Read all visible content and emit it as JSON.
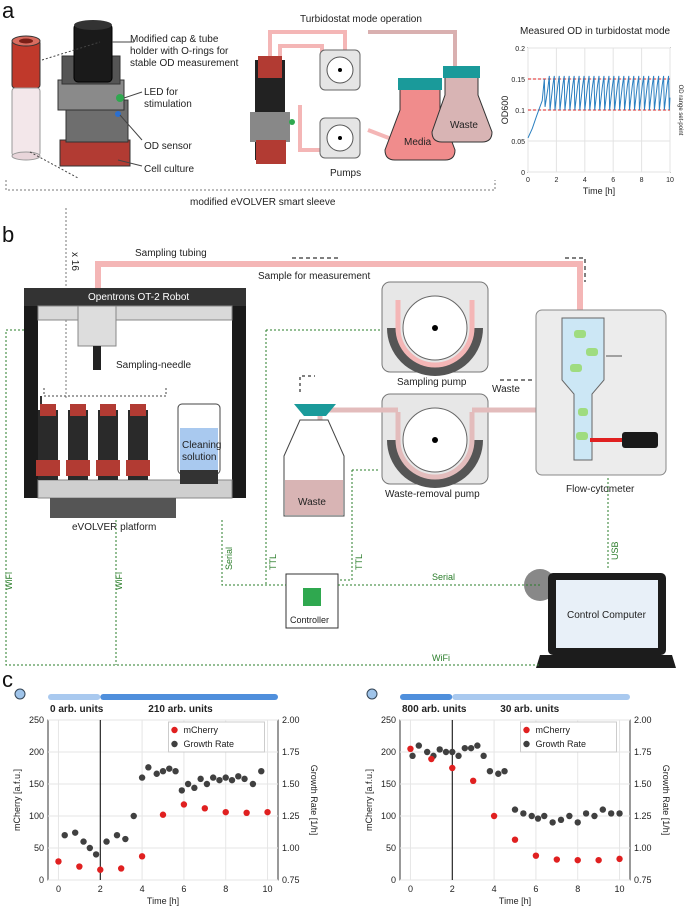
{
  "panel_a": {
    "letter": "a",
    "callouts": [
      "Modified cap & tube",
      "holder with O-rings for",
      "stable OD measurement"
    ],
    "led_label": [
      "LED for",
      "stimulation"
    ],
    "od_sensor": "OD sensor",
    "cell_culture": "Cell culture",
    "sleeve_label": "modified eVOLVER smart sleeve",
    "turbidostat_title": "Turbidostat mode operation",
    "pumps_label": "Pumps",
    "media_label": "Media",
    "waste_label": "Waste"
  },
  "panel_b": {
    "letter": "b",
    "x16": "x 16",
    "sampling_tubing": "Sampling tubing",
    "sample_for_measurement": "Sample for measurement",
    "robot_label": "Opentrons OT-2 Robot",
    "sampling_needle": "Sampling-needle",
    "cleaning_solution": [
      "Cleaning",
      "solution"
    ],
    "platform_label": "eVOLVER platform",
    "sampling_pump": "Sampling pump",
    "waste_label": "Waste",
    "waste_arrow_label": "Waste",
    "waste_removal_pump": "Waste-removal pump",
    "flow_cytometer": "Flow-cytometer",
    "controller": "Controller",
    "control_computer": "Control Computer",
    "wifi": "WiFi",
    "serial": "Serial",
    "ttl": "TTL",
    "usb": "USB"
  },
  "panel_c": {
    "letter": "c"
  },
  "colors": {
    "tubing": "#f4b6b6",
    "media": "#f08c8c",
    "teal": "#1a9a9a",
    "green_dots": "#2a7d2a",
    "mcherry": "#e02020",
    "growth": "#404040",
    "light_bar": "#a9c9ef",
    "dark_bar": "#4f8fdc",
    "od_line": "#2a7fc0",
    "setpoint": "#e02020"
  },
  "chart_data": [
    {
      "type": "line",
      "title": "Measured OD in turbidostat mode",
      "xlabel": "Time [h]",
      "ylabel": "OD600",
      "right_label": "OD range set-point",
      "xlim": [
        0,
        10
      ],
      "ylim": [
        0,
        0.2
      ],
      "xticks": [
        "0",
        "2",
        "4",
        "6",
        "8",
        "10"
      ],
      "yticks": [
        "0",
        "0.05",
        "0.1",
        "0.15",
        "0.2"
      ],
      "setpoints": [
        0.1,
        0.15
      ],
      "series": [
        {
          "x": [
            0.0,
            0.3,
            0.6,
            1.0,
            1.15,
            1.2,
            1.4,
            1.5,
            1.55,
            1.75,
            1.85,
            1.9,
            2.1,
            2.2,
            2.25,
            2.45,
            2.55,
            2.6,
            2.8,
            2.9,
            2.95,
            3.15,
            3.25,
            3.3,
            3.5,
            3.6,
            3.65,
            3.85,
            3.95,
            4.0,
            4.2,
            4.3,
            4.35,
            4.55,
            4.65,
            4.7,
            4.9,
            5.0,
            5.05,
            5.25,
            5.35,
            5.4,
            5.6,
            5.7,
            5.75,
            5.95,
            6.05,
            6.1,
            6.3,
            6.4,
            6.45,
            6.65,
            6.75,
            6.8,
            7.0,
            7.1,
            7.15,
            7.35,
            7.45,
            7.5,
            7.7,
            7.8,
            7.85,
            8.05,
            8.15,
            8.2,
            8.4,
            8.5,
            8.55,
            8.75,
            8.85,
            8.9,
            9.1,
            9.2,
            9.25,
            9.45,
            9.55,
            9.6,
            9.8,
            9.9,
            9.95,
            10.0
          ],
          "y": [
            0.055,
            0.07,
            0.09,
            0.115,
            0.15,
            0.105,
            0.135,
            0.155,
            0.1,
            0.14,
            0.155,
            0.1,
            0.14,
            0.155,
            0.1,
            0.14,
            0.155,
            0.1,
            0.14,
            0.155,
            0.1,
            0.14,
            0.155,
            0.1,
            0.14,
            0.155,
            0.1,
            0.14,
            0.155,
            0.1,
            0.14,
            0.155,
            0.1,
            0.14,
            0.155,
            0.1,
            0.14,
            0.155,
            0.1,
            0.14,
            0.155,
            0.1,
            0.14,
            0.155,
            0.1,
            0.14,
            0.155,
            0.1,
            0.14,
            0.155,
            0.1,
            0.14,
            0.155,
            0.1,
            0.14,
            0.155,
            0.1,
            0.14,
            0.155,
            0.1,
            0.14,
            0.155,
            0.1,
            0.14,
            0.155,
            0.1,
            0.14,
            0.155,
            0.1,
            0.14,
            0.155,
            0.1,
            0.14,
            0.155,
            0.1,
            0.14,
            0.155,
            0.1,
            0.14,
            0.155,
            0.1,
            0.12
          ]
        }
      ]
    },
    {
      "type": "scatter",
      "xlabel": "Time [h]",
      "ylabel": "mCherry [a.f.u.]",
      "y2label": "Growth Rate [1/h]",
      "xlim": [
        -0.5,
        10.5
      ],
      "ylim": [
        0,
        250
      ],
      "y2lim": [
        0.75,
        2.0
      ],
      "xticks": [
        "0",
        "2",
        "4",
        "6",
        "8",
        "10"
      ],
      "yticks": [
        "0",
        "50",
        "100",
        "150",
        "200",
        "250"
      ],
      "y2ticks": [
        "0.75",
        "1.00",
        "1.25",
        "1.50",
        "1.75",
        "2.00"
      ],
      "vline": 2,
      "light_levels": [
        "0 arb. units",
        "210 arb. units"
      ],
      "series": [
        {
          "name": "mCherry",
          "x": [
            0,
            1,
            2,
            3,
            4,
            5,
            6,
            7,
            8,
            9,
            10
          ],
          "y": [
            29,
            21,
            16,
            18,
            37,
            102,
            118,
            112,
            106,
            105,
            106
          ]
        },
        {
          "name": "Growth Rate",
          "x": [
            0.3,
            0.8,
            1.2,
            1.5,
            1.8,
            2.3,
            2.8,
            3.2,
            3.6,
            4.0,
            4.3,
            4.7,
            5.0,
            5.3,
            5.6,
            5.9,
            6.2,
            6.5,
            6.8,
            7.1,
            7.4,
            7.7,
            8.0,
            8.3,
            8.6,
            8.9,
            9.3,
            9.7
          ],
          "y": [
            1.1,
            1.12,
            1.05,
            1.0,
            0.95,
            1.05,
            1.1,
            1.07,
            1.25,
            1.55,
            1.63,
            1.58,
            1.6,
            1.62,
            1.6,
            1.45,
            1.5,
            1.47,
            1.54,
            1.5,
            1.55,
            1.53,
            1.55,
            1.53,
            1.56,
            1.54,
            1.5,
            1.6
          ]
        }
      ]
    },
    {
      "type": "scatter",
      "xlabel": "Time [h]",
      "ylabel": "mCherry [a.f.u.]",
      "y2label": "Growth Rate [1/h]",
      "xlim": [
        -0.5,
        10.5
      ],
      "ylim": [
        0,
        250
      ],
      "y2lim": [
        0.75,
        2.0
      ],
      "xticks": [
        "0",
        "2",
        "4",
        "6",
        "8",
        "10"
      ],
      "yticks": [
        "0",
        "50",
        "100",
        "150",
        "200",
        "250"
      ],
      "y2ticks": [
        "0.75",
        "1.00",
        "1.25",
        "1.50",
        "1.75",
        "2.00"
      ],
      "vline": 2,
      "light_levels": [
        "800 arb. units",
        "30 arb. units"
      ],
      "series": [
        {
          "name": "mCherry",
          "x": [
            0,
            1,
            2,
            3,
            4,
            5,
            6,
            7,
            8,
            9,
            10
          ],
          "y": [
            205,
            189,
            175,
            155,
            100,
            63,
            38,
            32,
            31,
            31,
            33
          ]
        },
        {
          "name": "Growth Rate",
          "x": [
            0.1,
            0.4,
            0.8,
            1.1,
            1.4,
            1.7,
            2.0,
            2.3,
            2.6,
            2.9,
            3.2,
            3.5,
            3.8,
            4.2,
            4.5,
            5.0,
            5.4,
            5.8,
            6.1,
            6.4,
            6.8,
            7.2,
            7.6,
            8.0,
            8.4,
            8.8,
            9.2,
            9.6,
            10.0
          ],
          "y": [
            1.72,
            1.8,
            1.75,
            1.72,
            1.77,
            1.75,
            1.75,
            1.72,
            1.78,
            1.78,
            1.8,
            1.72,
            1.6,
            1.58,
            1.6,
            1.3,
            1.27,
            1.25,
            1.23,
            1.25,
            1.2,
            1.22,
            1.25,
            1.2,
            1.27,
            1.25,
            1.3,
            1.27,
            1.27
          ]
        }
      ]
    }
  ]
}
